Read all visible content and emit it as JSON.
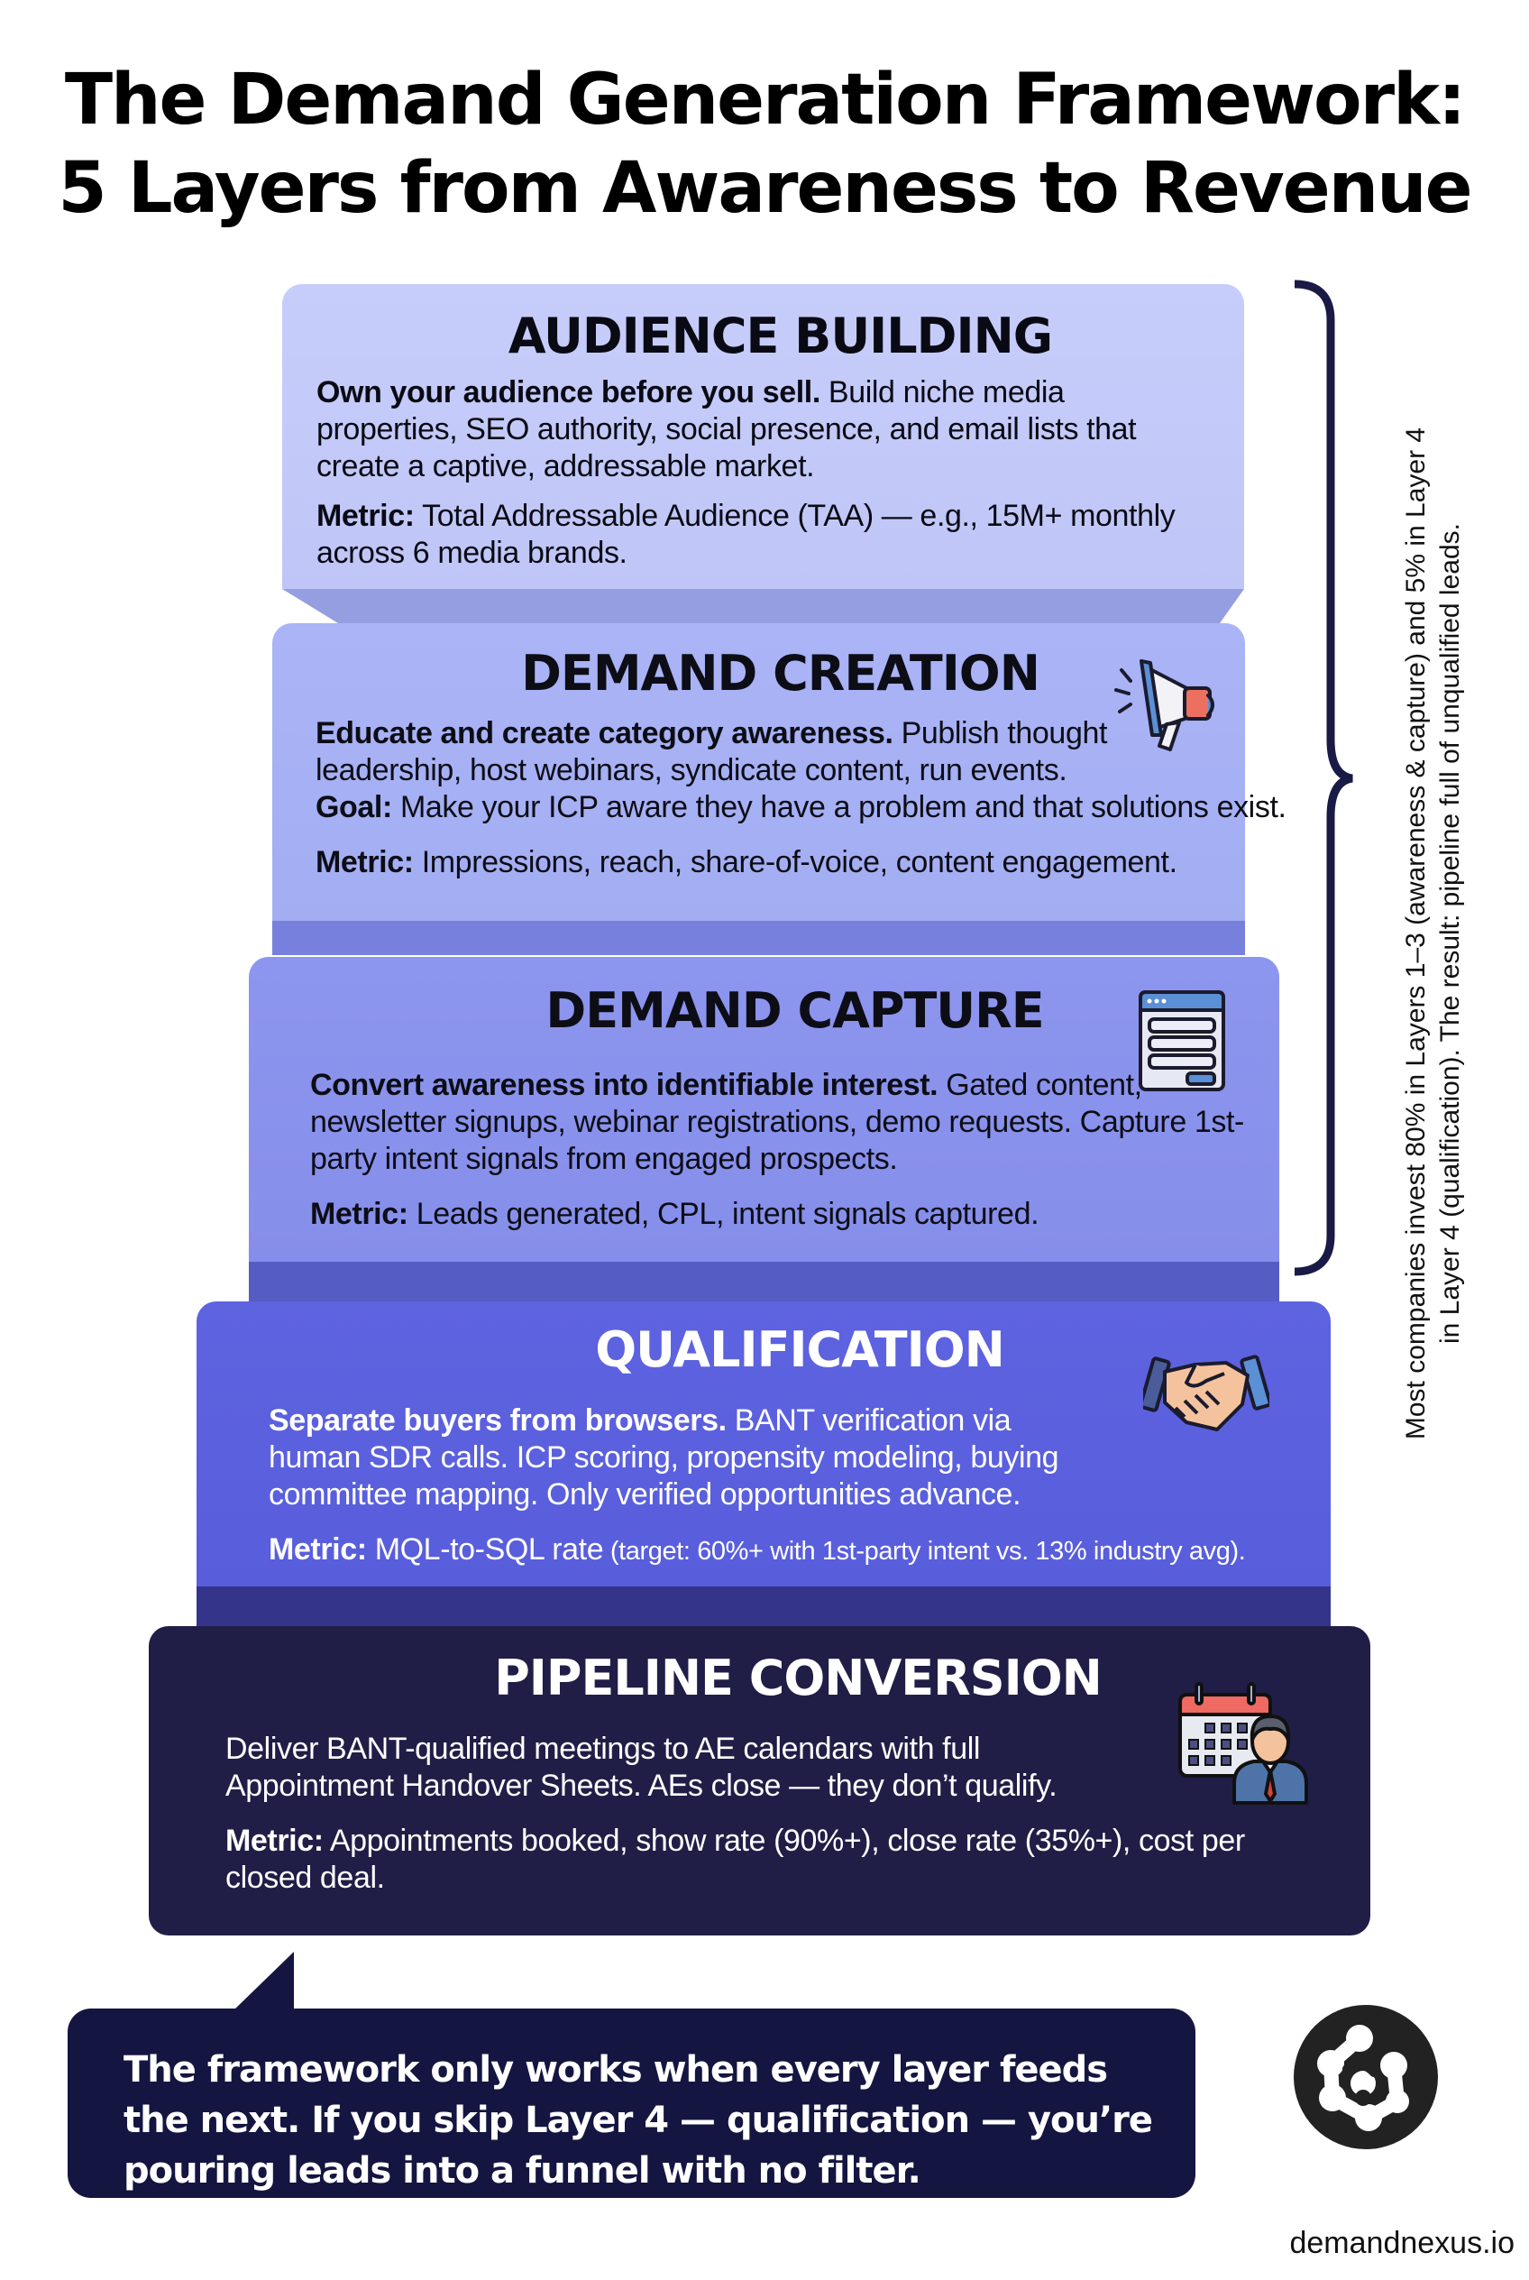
{
  "title": {
    "line1": "The Demand Generation Framework:",
    "line2": "5 Layers from Awareness to Revenue"
  },
  "layers": [
    {
      "heading": "AUDIENCE BUILDING",
      "lead": "Own your audience before you sell.",
      "body": " Build niche media properties, SEO authority, social presence, and email lists that create a captive, addressable market.",
      "metric_label": "Metric:",
      "metric": " Total Addressable Audience (TAA) — e.g., 15M+ monthly across 6 media brands.",
      "icon": "none",
      "color": "#c4cbf9"
    },
    {
      "heading": "DEMAND CREATION",
      "lead": "Educate and create category awareness.",
      "body": " Publish thought leadership, host webinars, syndicate content, run events.",
      "goal_label": "Goal:",
      "goal": " Make your ICP aware they have a problem and that solutions exist.",
      "metric_label": "Metric:",
      "metric": " Impressions, reach, share-of-voice, content engagement.",
      "icon": "megaphone-icon",
      "color": "#a7b1f4"
    },
    {
      "heading": "DEMAND CAPTURE",
      "lead": "Convert awareness into identifiable interest.",
      "body": " Gated content, newsletter signups, webinar registrations, demo requests. Capture 1st-party intent signals from engaged prospects.",
      "metric_label": "Metric:",
      "metric": " Leads generated, CPL, intent signals captured.",
      "icon": "web-form-icon",
      "color": "#8992ec"
    },
    {
      "heading": "QUALIFICATION",
      "lead": "Separate buyers from browsers.",
      "body": " BANT verification via human SDR calls. ICP scoring, propensity modeling, buying committee mapping. Only verified opportunities advance.",
      "metric_label": "Metric:",
      "metric_main": " MQL-to-SQL rate",
      "metric_small": " (target: 60%+ with 1st-party intent vs. 13% industry avg).",
      "icon": "handshake-icon",
      "color": "#5b60de"
    },
    {
      "heading": "PIPELINE CONVERSION",
      "body": "Deliver BANT-qualified meetings to AE calendars with full Appointment Handover Sheets. AEs close — they don’t qualify.",
      "metric_label": "Metric:",
      "metric": " Appointments booked, show rate (90%+), close rate (35%+), cost per closed deal.",
      "icon": "calendar-person-icon",
      "color": "#201e47"
    }
  ],
  "side_note": {
    "line1": "Most companies invest 80% in Layers 1–3 (awareness & capture) and 5% in Layer 4",
    "line2": "in Layer 4 (qualification). The result: pipeline full of unqualified leads."
  },
  "callout": {
    "line1": "The framework only works when every layer feeds",
    "line2": "the next. If you skip Layer 4 — qualification — you’re",
    "line3": "pouring leads into a funnel with no filter."
  },
  "brand": {
    "logo": "demandnexus-logo-icon",
    "url": "demandnexus.io"
  },
  "colors": {
    "navy": "#141540",
    "layer5": "#201e47",
    "layer4": "#5b60de"
  }
}
